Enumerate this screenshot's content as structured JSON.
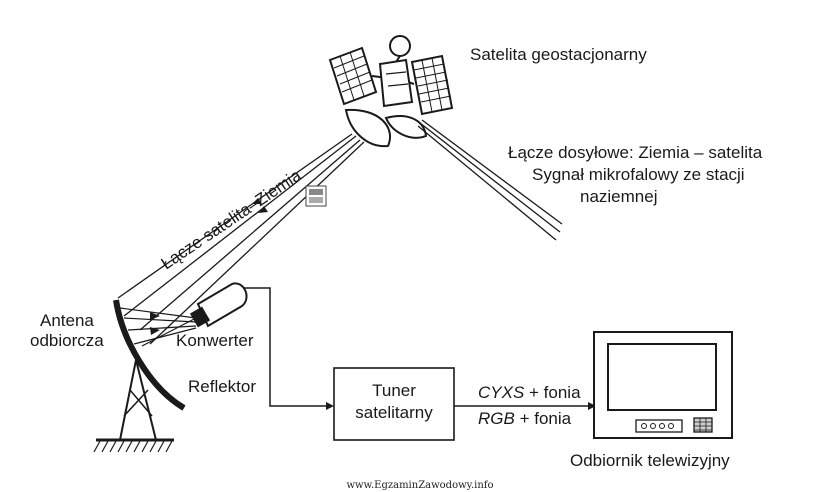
{
  "labels": {
    "satellite": "Satelita geostacjonarny",
    "uplink_line1": "Łącze dosyłowe: Ziemia – satelita",
    "uplink_line2": "Sygnał mikrofalowy ze stacji",
    "uplink_line3": "naziemnej",
    "downlink": "Łącze satelita–Ziemia",
    "antenna_line1": "Antena",
    "antenna_line2": "odbiorcza",
    "converter": "Konwerter",
    "reflector": "Reflektor",
    "tuner_line1": "Tuner",
    "tuner_line2": "satelitarny",
    "signal1_italic": "CYXS",
    "signal1_rest": " + fonia",
    "signal2_italic": "RGB",
    "signal2_rest": " + fonia",
    "receiver": "Odbiornik telewizyjny",
    "watermark": "www.EgzaminZawodowy.info"
  },
  "colors": {
    "ink": "#1a1a1a",
    "background": "#ffffff"
  }
}
